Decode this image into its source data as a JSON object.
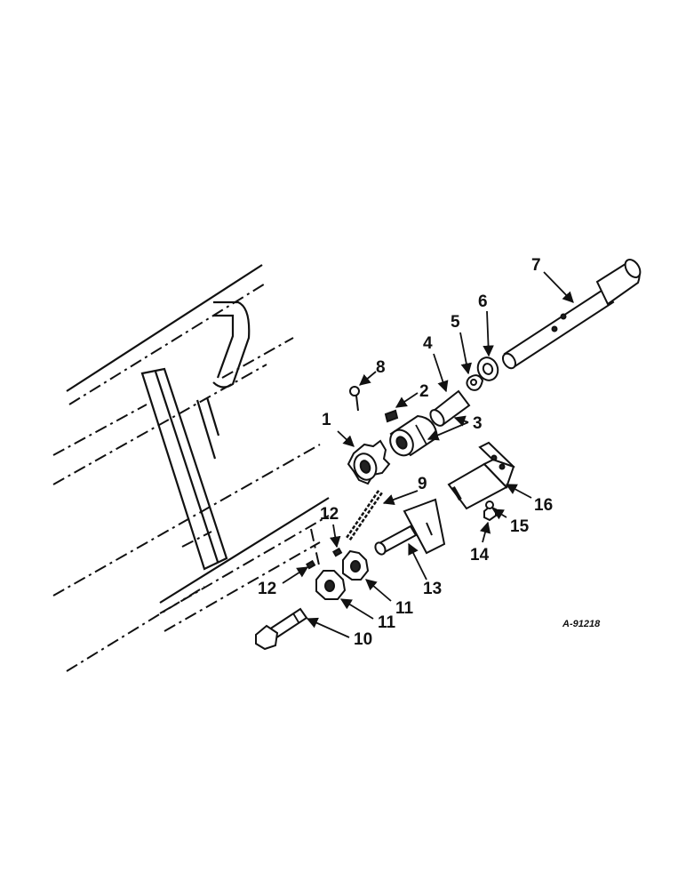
{
  "diagram": {
    "drawing_id": "A-91218",
    "callouts": [
      {
        "id": "c1",
        "label": "1"
      },
      {
        "id": "c2",
        "label": "2"
      },
      {
        "id": "c3",
        "label": "3"
      },
      {
        "id": "c4",
        "label": "4"
      },
      {
        "id": "c5",
        "label": "5"
      },
      {
        "id": "c6",
        "label": "6"
      },
      {
        "id": "c7",
        "label": "7"
      },
      {
        "id": "c8",
        "label": "8"
      },
      {
        "id": "c9",
        "label": "9"
      },
      {
        "id": "c10",
        "label": "10"
      },
      {
        "id": "c11a",
        "label": "11"
      },
      {
        "id": "c11b",
        "label": "11"
      },
      {
        "id": "c12a",
        "label": "12"
      },
      {
        "id": "c12b",
        "label": "12"
      },
      {
        "id": "c13",
        "label": "13"
      },
      {
        "id": "c14",
        "label": "14"
      },
      {
        "id": "c15",
        "label": "15"
      },
      {
        "id": "c16",
        "label": "16"
      }
    ]
  }
}
